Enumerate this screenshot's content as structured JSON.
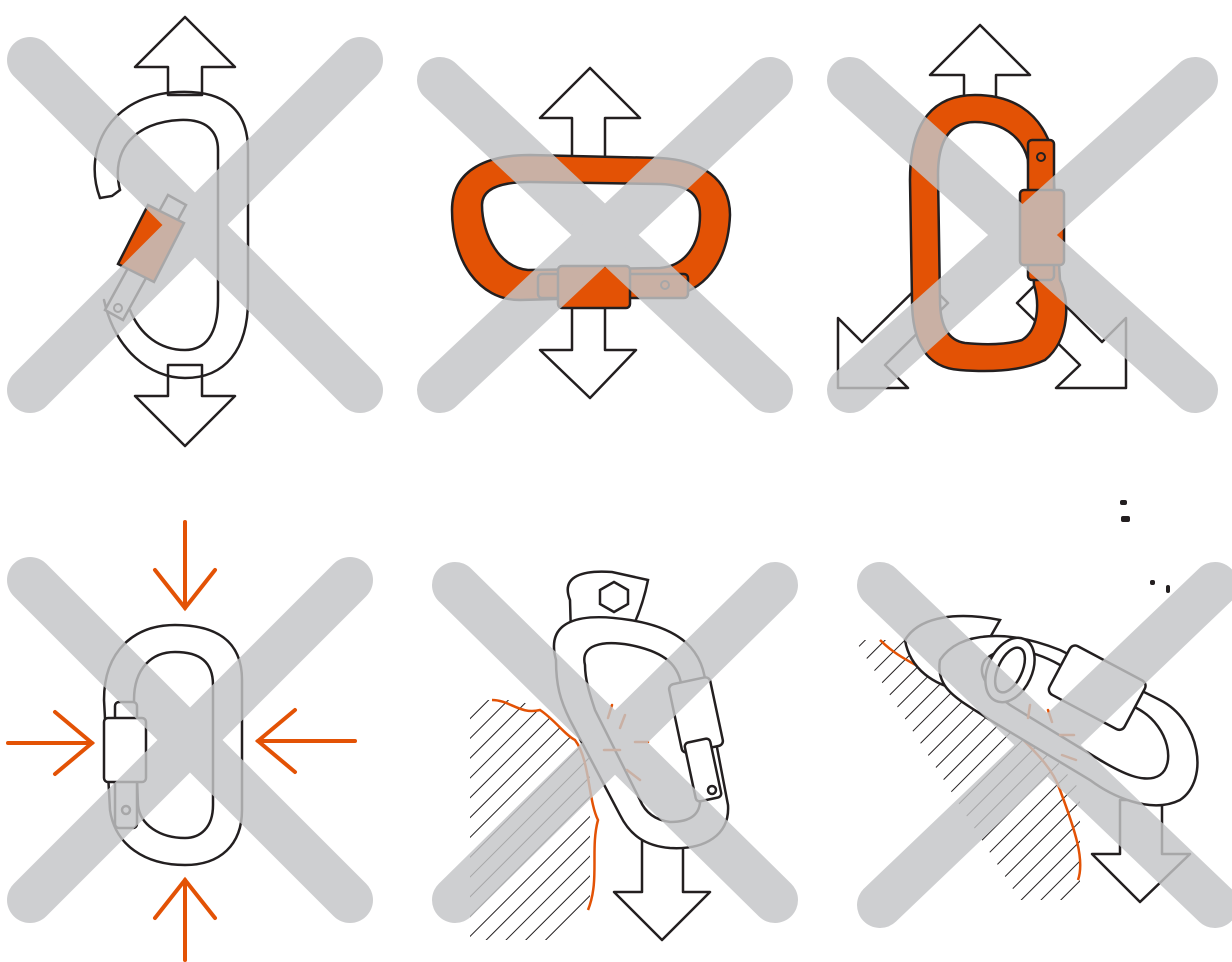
{
  "colors": {
    "background": "#ffffff",
    "cross": "#c4c5c7",
    "accent": "#e35205",
    "line": "#231f20"
  },
  "panels": [
    {
      "id": "open-gate-loading",
      "carabiner_color": "white",
      "gate": "open",
      "arrows": "up-down",
      "crossed": true
    },
    {
      "id": "cross-loading",
      "carabiner_color": "orange",
      "gate": "closed",
      "arrows": "up-down",
      "crossed": true
    },
    {
      "id": "three-way-loading",
      "carabiner_color": "orange",
      "gate": "closed",
      "arrows": "three-way",
      "crossed": true
    },
    {
      "id": "compression-loading",
      "carabiner_color": "white",
      "gate": "closed",
      "arrows": "inward-four",
      "crossed": true
    },
    {
      "id": "bending-over-edge",
      "carabiner_color": "white",
      "gate": "closed",
      "arrows": "down",
      "crossed": true
    },
    {
      "id": "loading-over-edge",
      "carabiner_color": "white",
      "gate": "closed",
      "arrows": "down",
      "crossed": true
    }
  ]
}
